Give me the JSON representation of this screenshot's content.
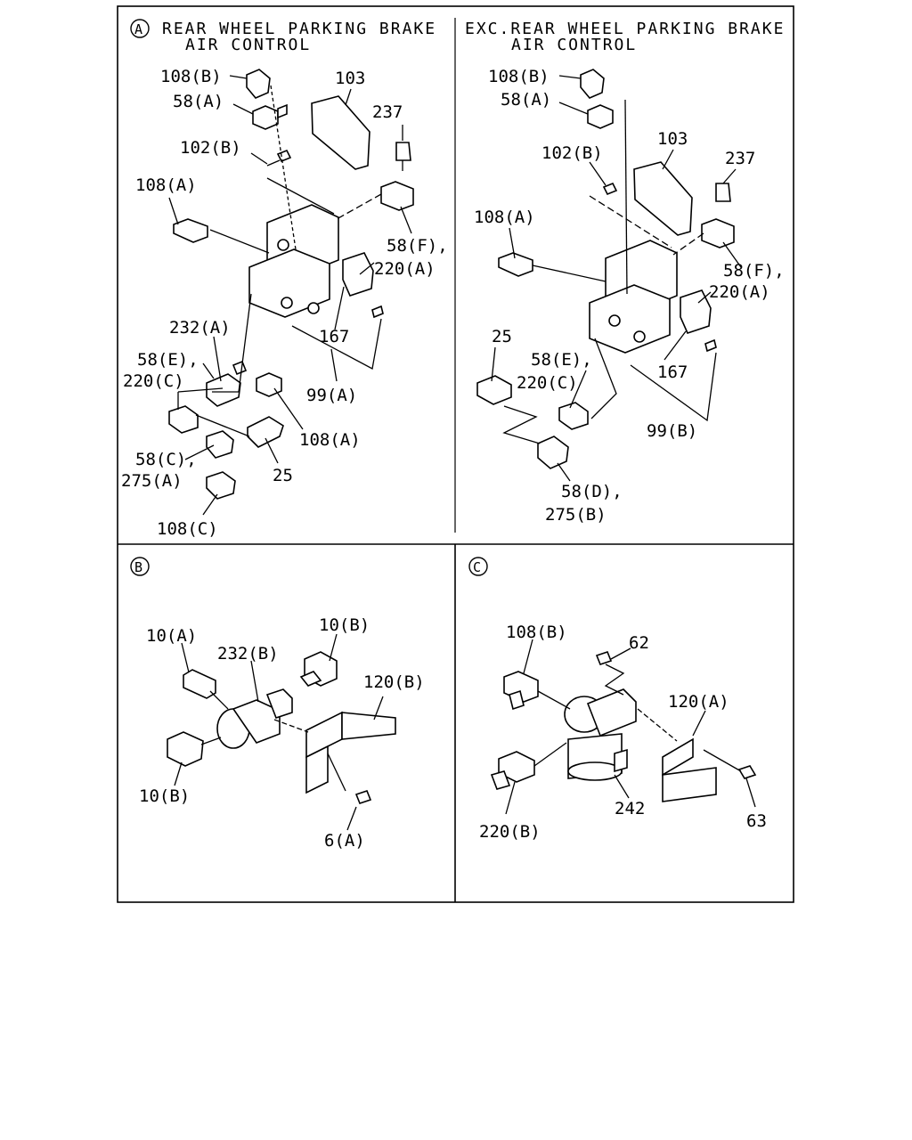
{
  "sections": {
    "A": {
      "marker": "A",
      "title_line1": "REAR WHEEL PARKING BRAKE",
      "title_line2": "AIR CONTROL",
      "labels": [
        "108(B)",
        "58(A)",
        "103",
        "237",
        "102(B)",
        "108(A)",
        "58(F),",
        "220(A)",
        "232(A)",
        "58(E),",
        "220(C)",
        "167",
        "99(A)",
        "108(A)",
        "58(C),",
        "275(A)",
        "25",
        "108(C)"
      ]
    },
    "A_exc": {
      "title_line1": "EXC.REAR WHEEL PARKING BRAKE",
      "title_line2": "AIR CONTROL",
      "labels": [
        "108(B)",
        "58(A)",
        "103",
        "237",
        "102(B)",
        "108(A)",
        "58(F),",
        "220(A)",
        "25",
        "58(E),",
        "220(C)",
        "167",
        "99(B)",
        "58(D),",
        "275(B)"
      ]
    },
    "B": {
      "marker": "B",
      "labels": [
        "10(A)",
        "10(B)",
        "232(B)",
        "120(B)",
        "10(B)",
        "6(A)"
      ]
    },
    "C": {
      "marker": "C",
      "labels": [
        "108(B)",
        "62",
        "120(A)",
        "242",
        "220(B)",
        "63"
      ]
    }
  }
}
